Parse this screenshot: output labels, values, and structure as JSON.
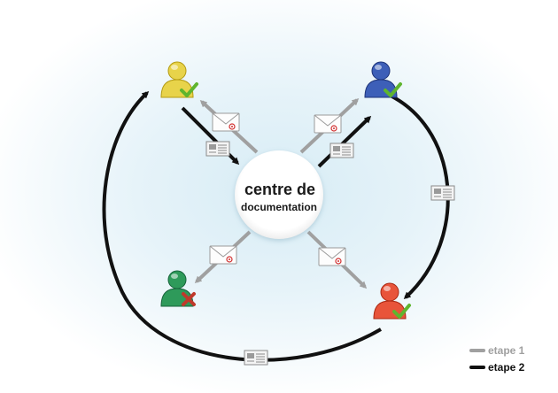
{
  "center": {
    "line1": "centre de",
    "line2": "documentation"
  },
  "users": [
    {
      "name": "user-top-left",
      "color": "#e8d34a",
      "dark": "#b39a12",
      "status": "check"
    },
    {
      "name": "user-top-right",
      "color": "#3d5fb8",
      "dark": "#1d3378",
      "status": "check"
    },
    {
      "name": "user-bottom-left",
      "color": "#2e9a5a",
      "dark": "#17623a",
      "status": "cross"
    },
    {
      "name": "user-bottom-right",
      "color": "#e8543a",
      "dark": "#a82812",
      "status": "check"
    }
  ],
  "legend": {
    "step1_label": "etape 1",
    "step2_label": "etape 2",
    "step1_color": "#a0a0a0",
    "step2_color": "#111111"
  },
  "colors": {
    "check": "#5fb52e",
    "cross": "#c0392b"
  }
}
